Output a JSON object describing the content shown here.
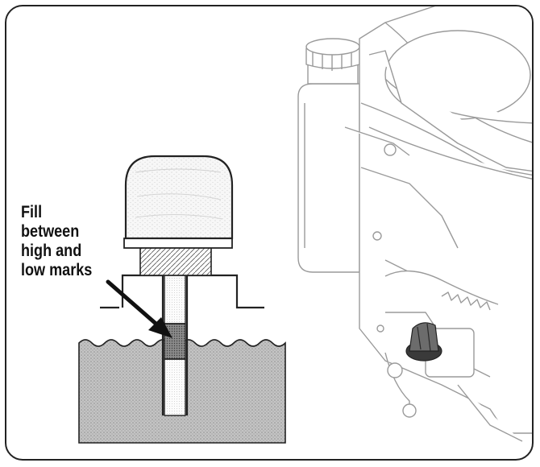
{
  "callout": {
    "lines": [
      "Fill",
      "between",
      "high and",
      "low marks"
    ]
  },
  "colors": {
    "outline": "#222222",
    "oil": "#b9b9b9",
    "engine_line": "#9a9a9a"
  },
  "icons": {
    "dipstick": "dipstick-icon",
    "engine": "engine-icon",
    "arrow": "arrow-icon"
  }
}
